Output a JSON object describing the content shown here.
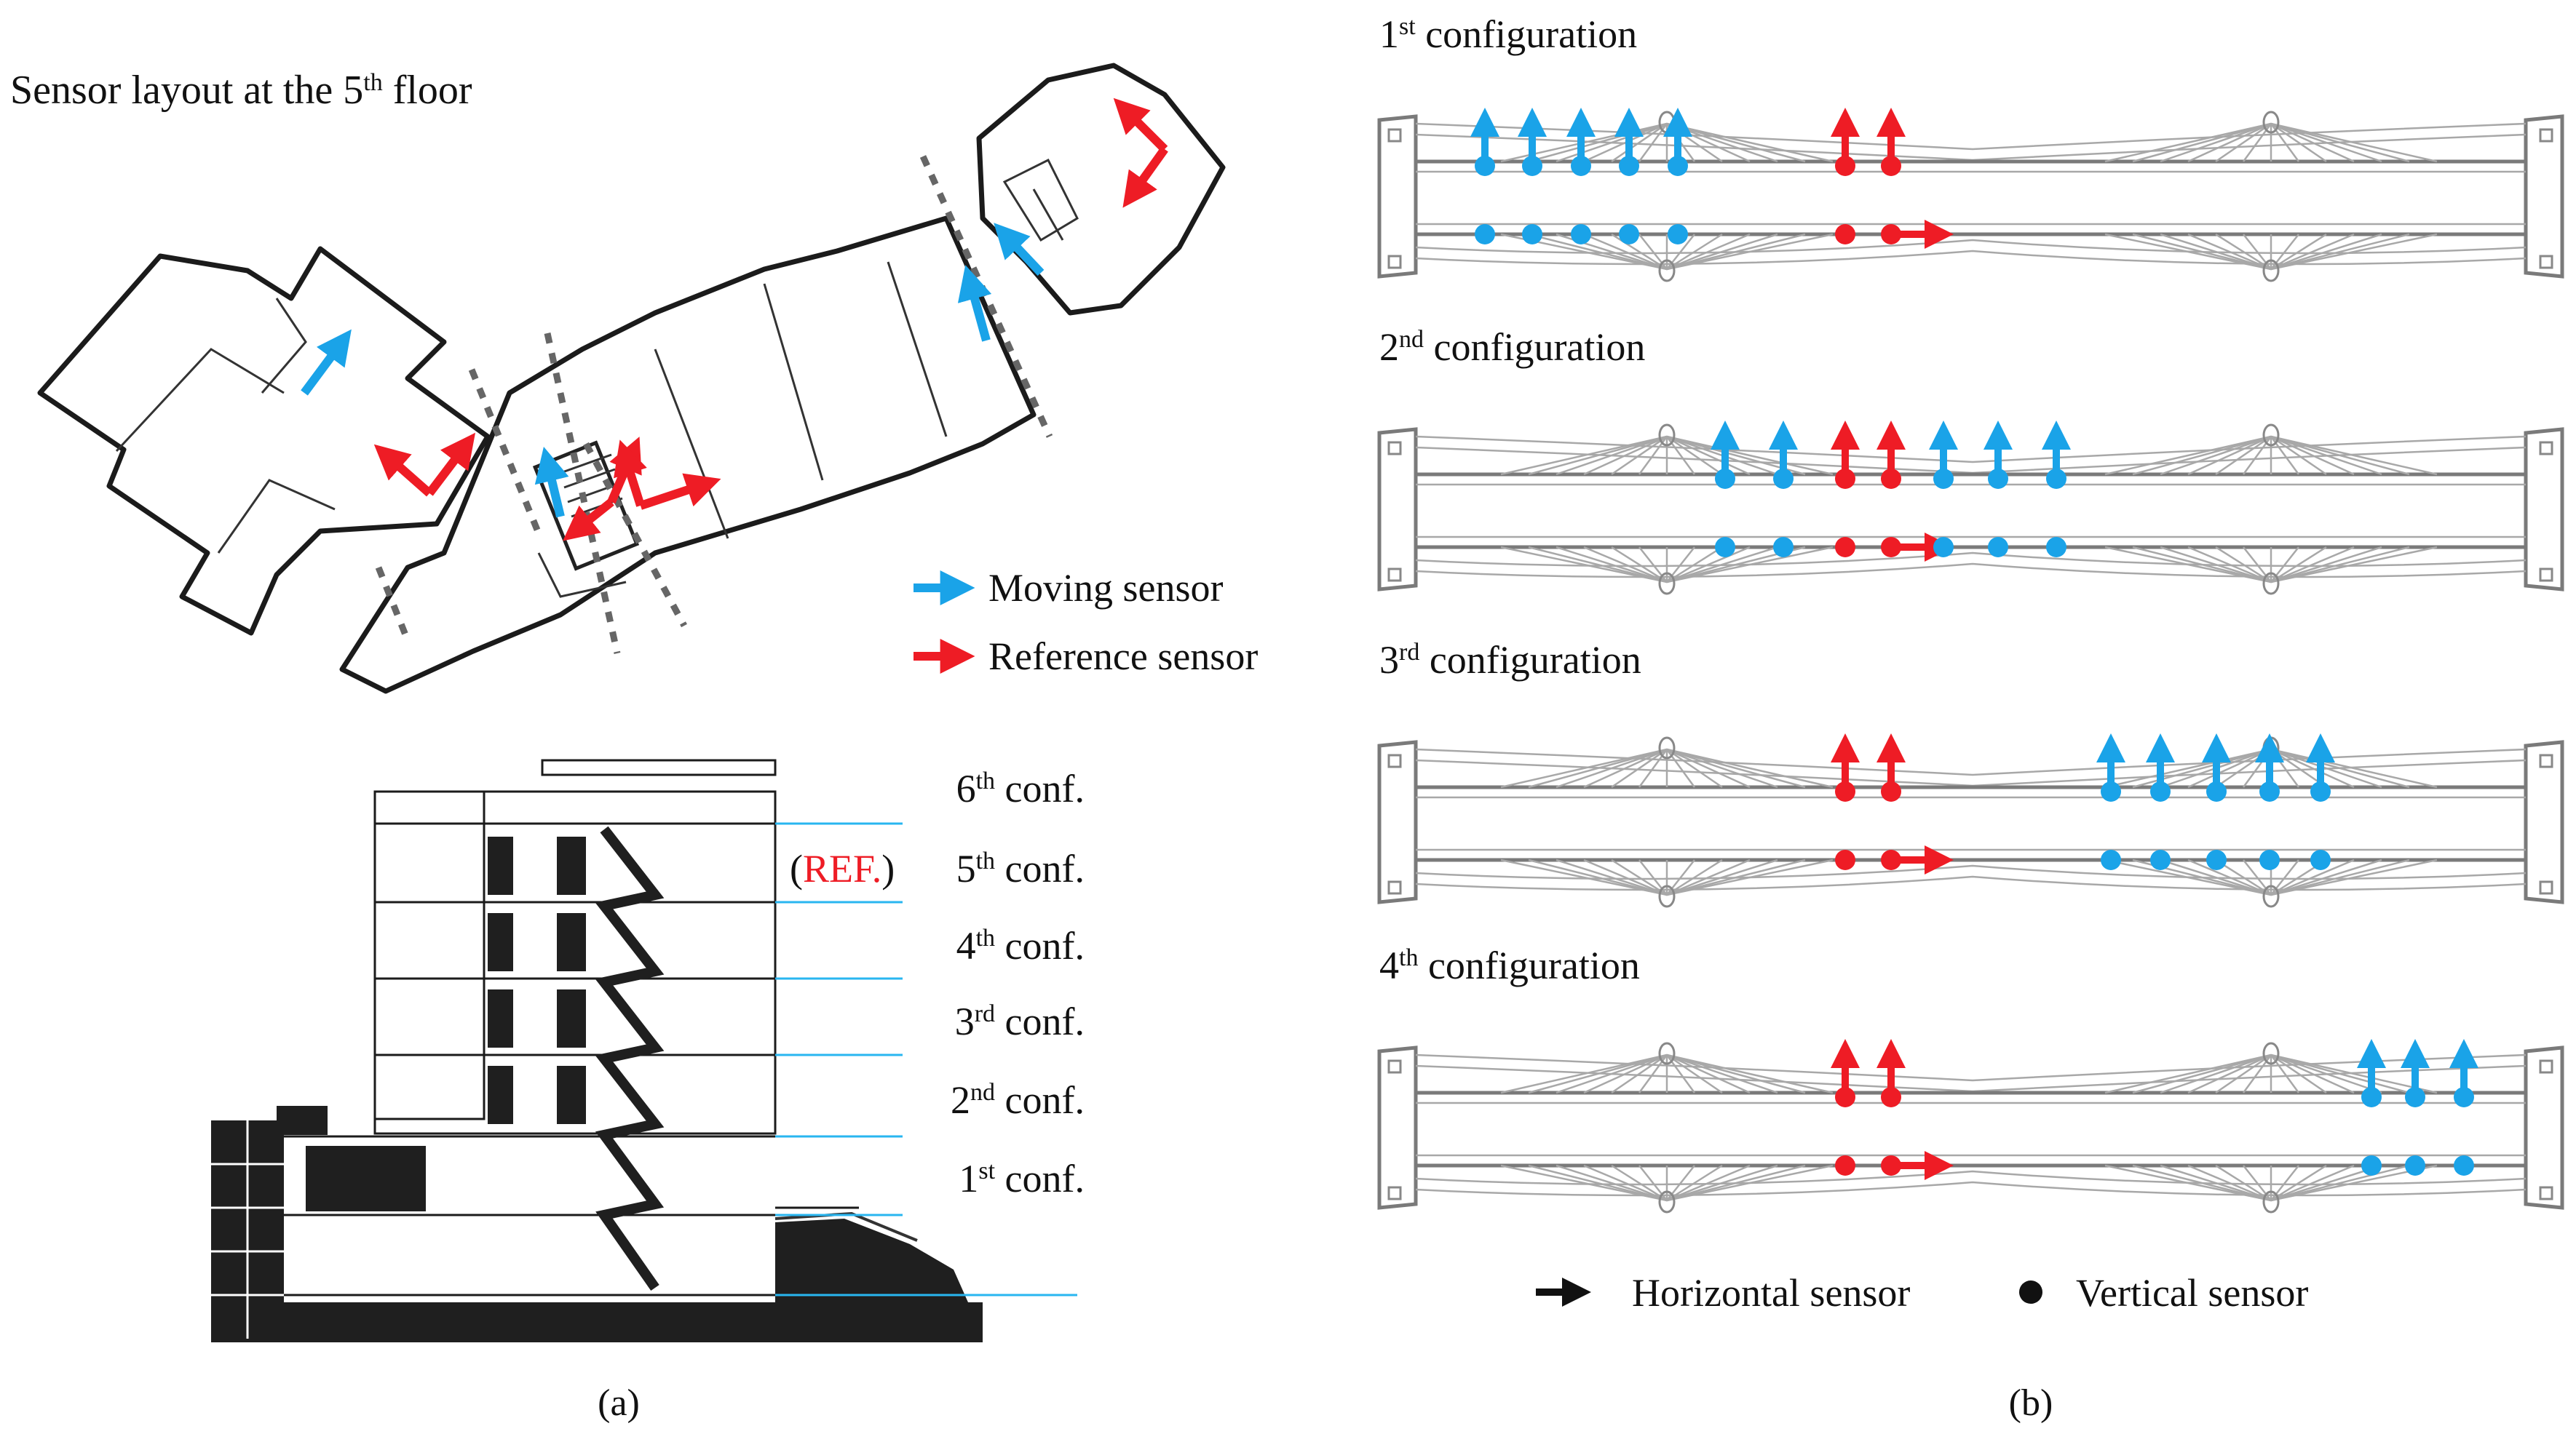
{
  "colors": {
    "moving": "#1aa3e8",
    "reference": "#ee1c25",
    "text": "#111111",
    "ref_label": "#ee1c25",
    "level_line": "#29b6f0",
    "bridge": "#7a7a7a"
  },
  "panel_a": {
    "title_prefix": "Sensor layout at the 5",
    "title_sup": "th",
    "title_suffix": " floor",
    "legend": {
      "moving": "Moving sensor",
      "reference": "Reference sensor"
    },
    "levels": [
      {
        "num": "6",
        "sup": "th",
        "label": " conf."
      },
      {
        "num": "5",
        "sup": "th",
        "label": " conf."
      },
      {
        "num": "4",
        "sup": "th",
        "label": " conf."
      },
      {
        "num": "3",
        "sup": "rd",
        "label": " conf."
      },
      {
        "num": "2",
        "sup": "nd",
        "label": " conf."
      },
      {
        "num": "1",
        "sup": "st",
        "label": " conf."
      }
    ],
    "ref_tag": "REF.",
    "ref_open": "(",
    "ref_close": ")",
    "caption": "(a)"
  },
  "panel_b": {
    "configurations": [
      {
        "num": "1",
        "sup": "st",
        "label": " configuration",
        "moving_vertical": [
          1,
          2,
          3,
          4,
          5
        ],
        "reference_vertical": [
          1,
          2
        ]
      },
      {
        "num": "2",
        "sup": "nd",
        "label": " configuration",
        "moving_vertical": [
          6,
          7,
          8,
          9,
          10
        ],
        "reference_vertical": [
          1,
          2
        ]
      },
      {
        "num": "3",
        "sup": "rd",
        "label": " configuration",
        "moving_vertical": [
          11,
          12,
          13,
          14,
          15
        ],
        "reference_vertical": [
          1,
          2
        ]
      },
      {
        "num": "4",
        "sup": "th",
        "label": " configuration",
        "moving_vertical": [
          16,
          17,
          18
        ],
        "reference_vertical": [
          1,
          2
        ]
      }
    ],
    "legend": {
      "horizontal": "Horizontal sensor",
      "vertical": "Vertical sensor"
    },
    "caption": "(b)"
  }
}
